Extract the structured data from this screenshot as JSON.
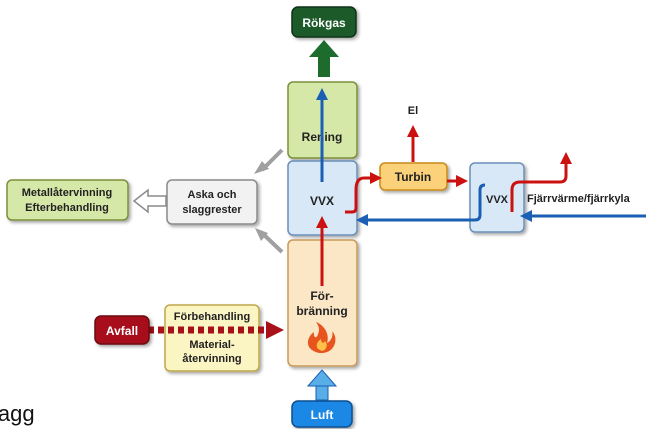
{
  "labels": {
    "rokgas": "Rökgas",
    "rening": "Rening",
    "vvx_main": "VVX",
    "el": "El",
    "turbin": "Turbin",
    "vvx_side": "VVX",
    "fjarrvarme": "Fjärrvärme/fjärrkyla",
    "metall_line1": "Metallåtervinning",
    "metall_line2": "Efterbehandling",
    "aska_line1": "Aska och",
    "aska_line2": "slaggrester",
    "forbranning_line1": "För-",
    "forbranning_line2": "bränning",
    "avfall": "Avfall",
    "forbehandling": "Förbehandling",
    "material_line1": "Material-",
    "material_line2": "återvinning",
    "luft": "Luft"
  },
  "caption": "slagg",
  "colors": {
    "red_arrow": "#cc1111",
    "blue_arrow": "#1a5fb4",
    "green_arrow": "#1e6b2e",
    "gray_arrow": "#999999",
    "light_green_box": "#d6e8a8",
    "light_blue_box": "#d8e8f6",
    "peach_box": "#fbe6c6",
    "orange_box": "#fbd17a",
    "cream_box": "#fbf5c4",
    "dark_red_box": "#a8101a",
    "dark_green_box": "#1f5a2a",
    "blue_box": "#1e88e5",
    "gray_box": "#f2f2f2"
  },
  "icons": [
    "flame-icon"
  ]
}
